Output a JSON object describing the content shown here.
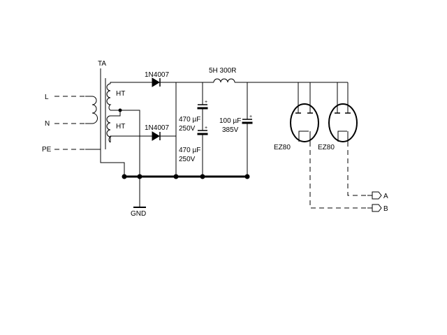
{
  "labels": {
    "transformer": "TA",
    "line": "L",
    "neutral": "N",
    "earth": "PE",
    "ht_upper": "HT",
    "ht_lower": "HT",
    "diode_upper": "1N4007",
    "diode_lower": "1N4007",
    "choke": "5H 300R",
    "cap_upper_value": "470 µF",
    "cap_upper_voltage": "250V",
    "cap_lower_value": "470 µF",
    "cap_lower_voltage": "250V",
    "cap_filter_value": "100 µF",
    "cap_filter_voltage": "385V",
    "tube_left": "EZ80",
    "tube_right": "EZ80",
    "ground": "GND",
    "output_a": "A",
    "output_b": "B"
  }
}
